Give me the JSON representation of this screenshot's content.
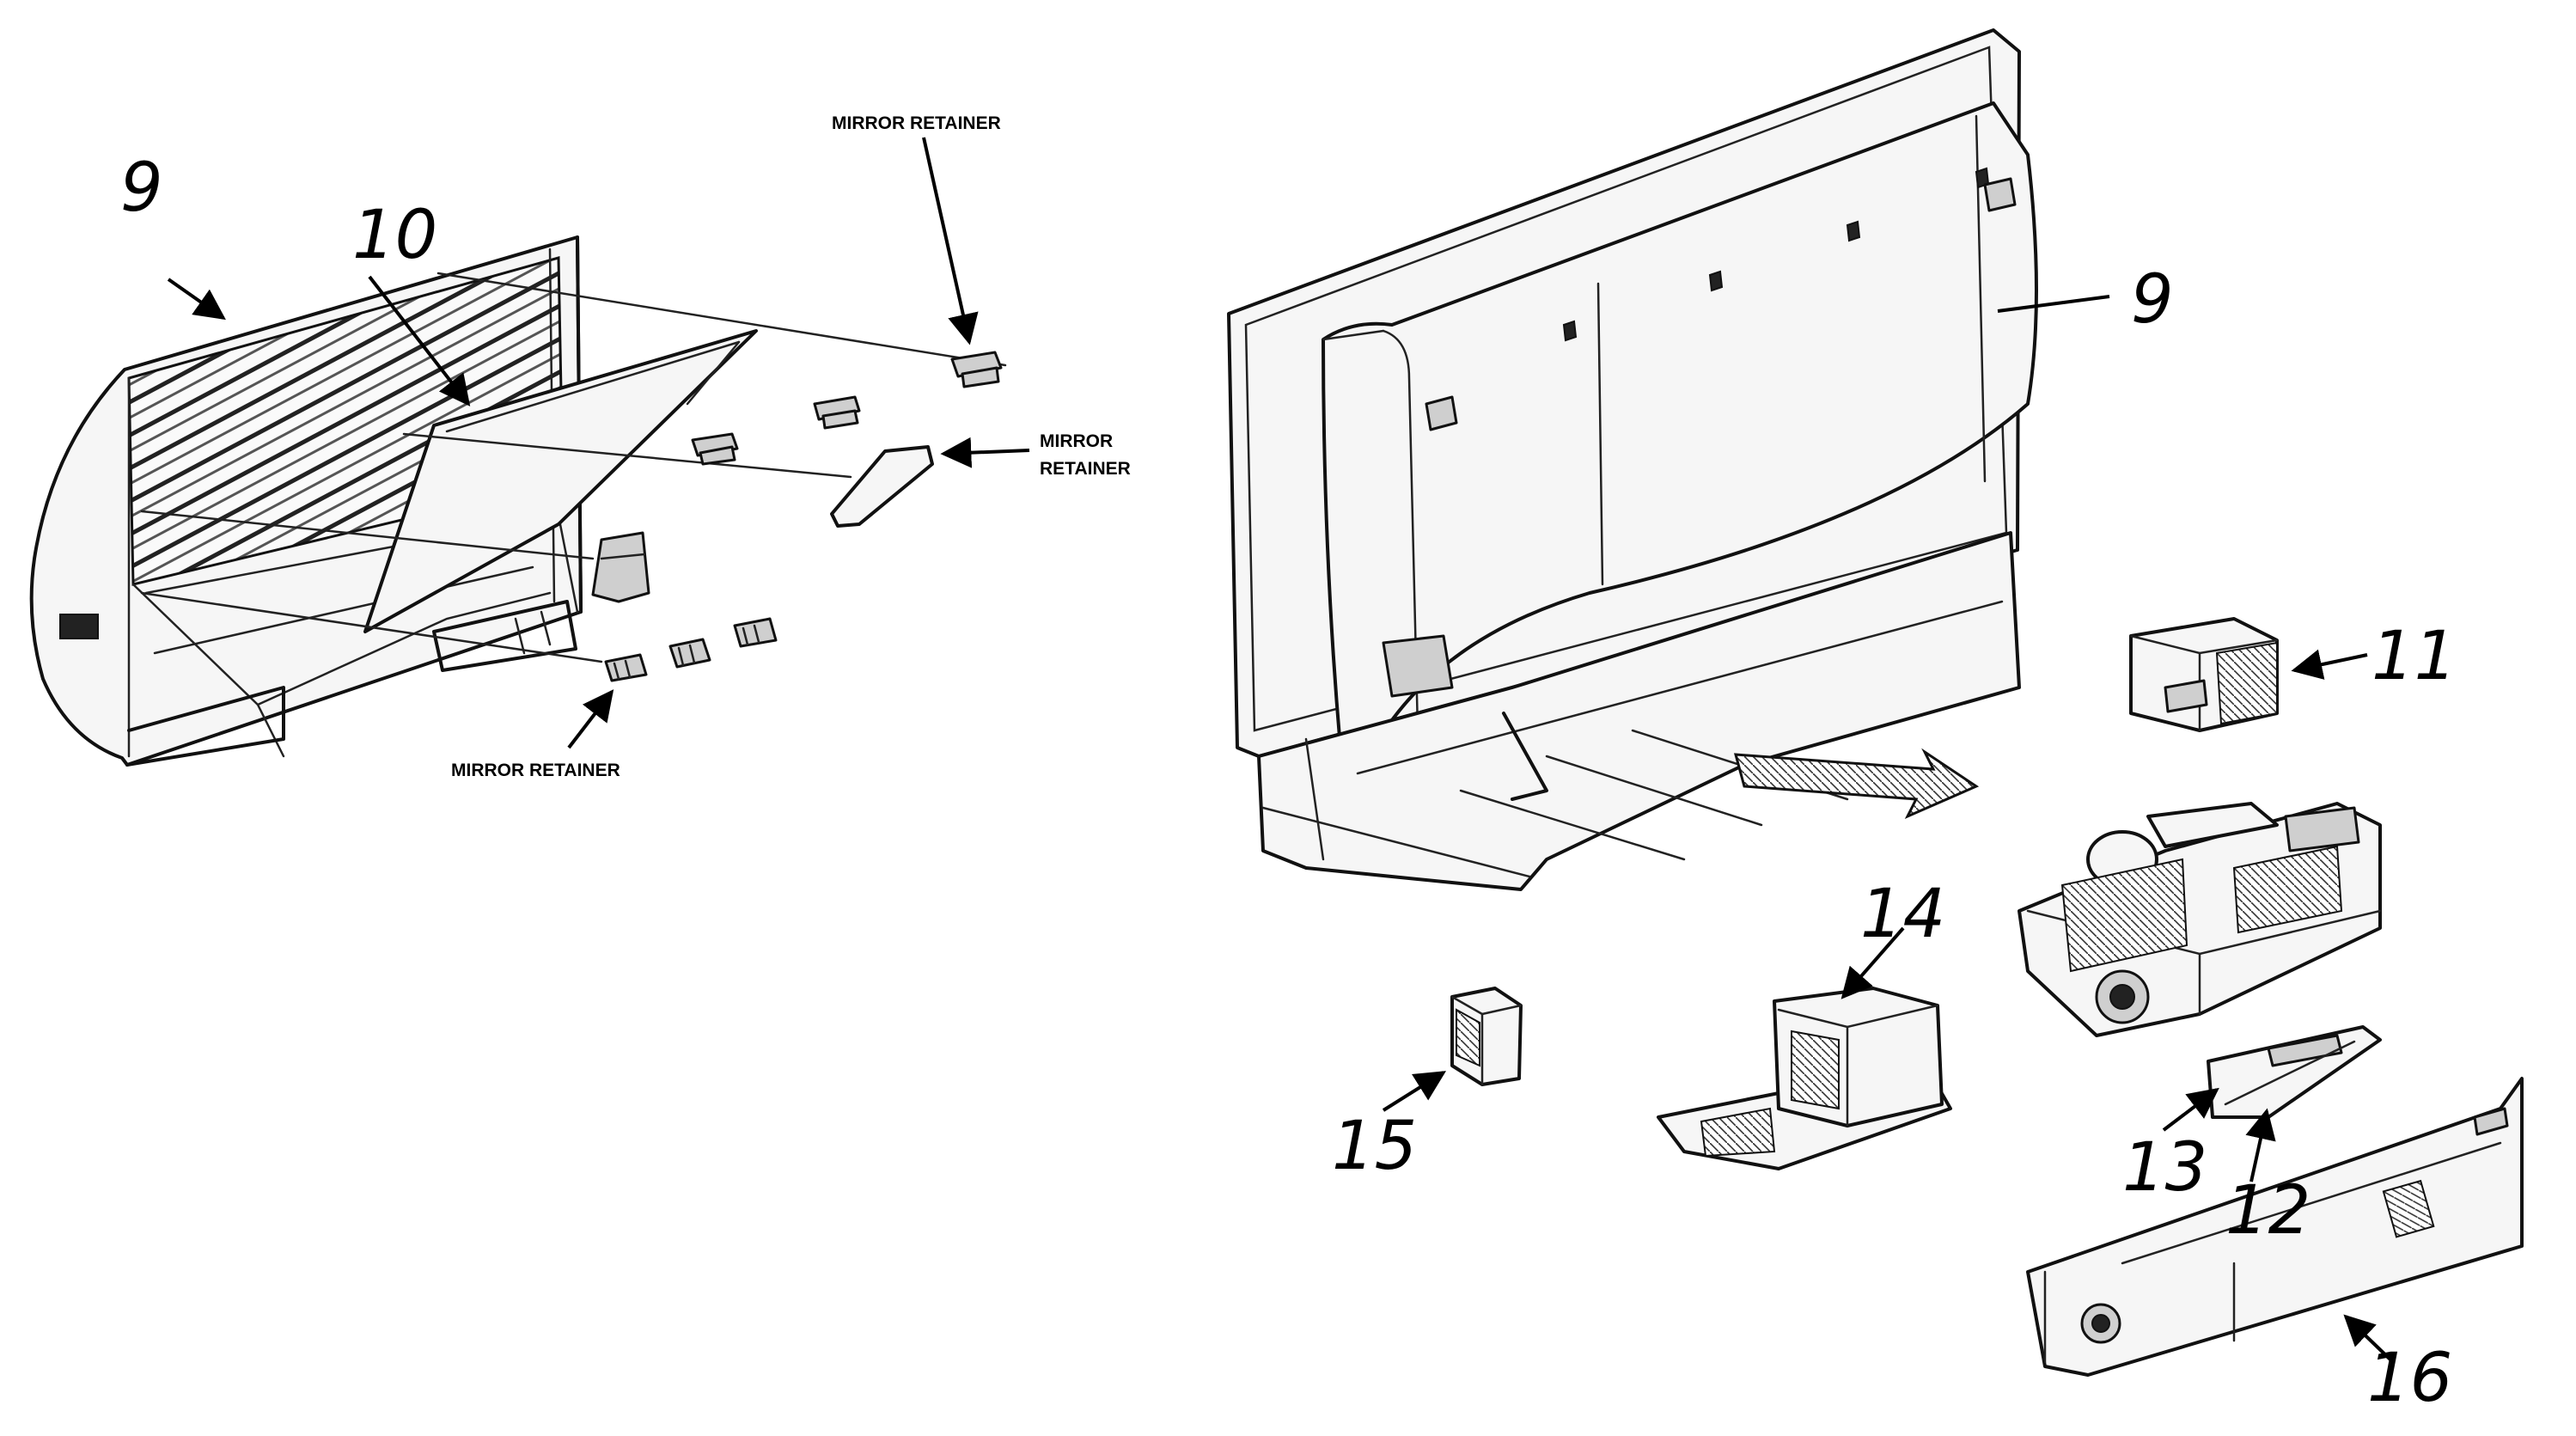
{
  "labels": {
    "n9_left": "9",
    "n10": "10",
    "n9_right": "9",
    "n11": "11",
    "n12": "12",
    "n13": "13",
    "n14": "14",
    "n15": "15",
    "n16": "16"
  },
  "captions": {
    "mirror_retainer_top": "MIRROR RETAINER",
    "mirror_retainer_right_1": "MIRROR",
    "mirror_retainer_right_2": "RETAINER",
    "mirror_retainer_bottom": "MIRROR RETAINER"
  }
}
